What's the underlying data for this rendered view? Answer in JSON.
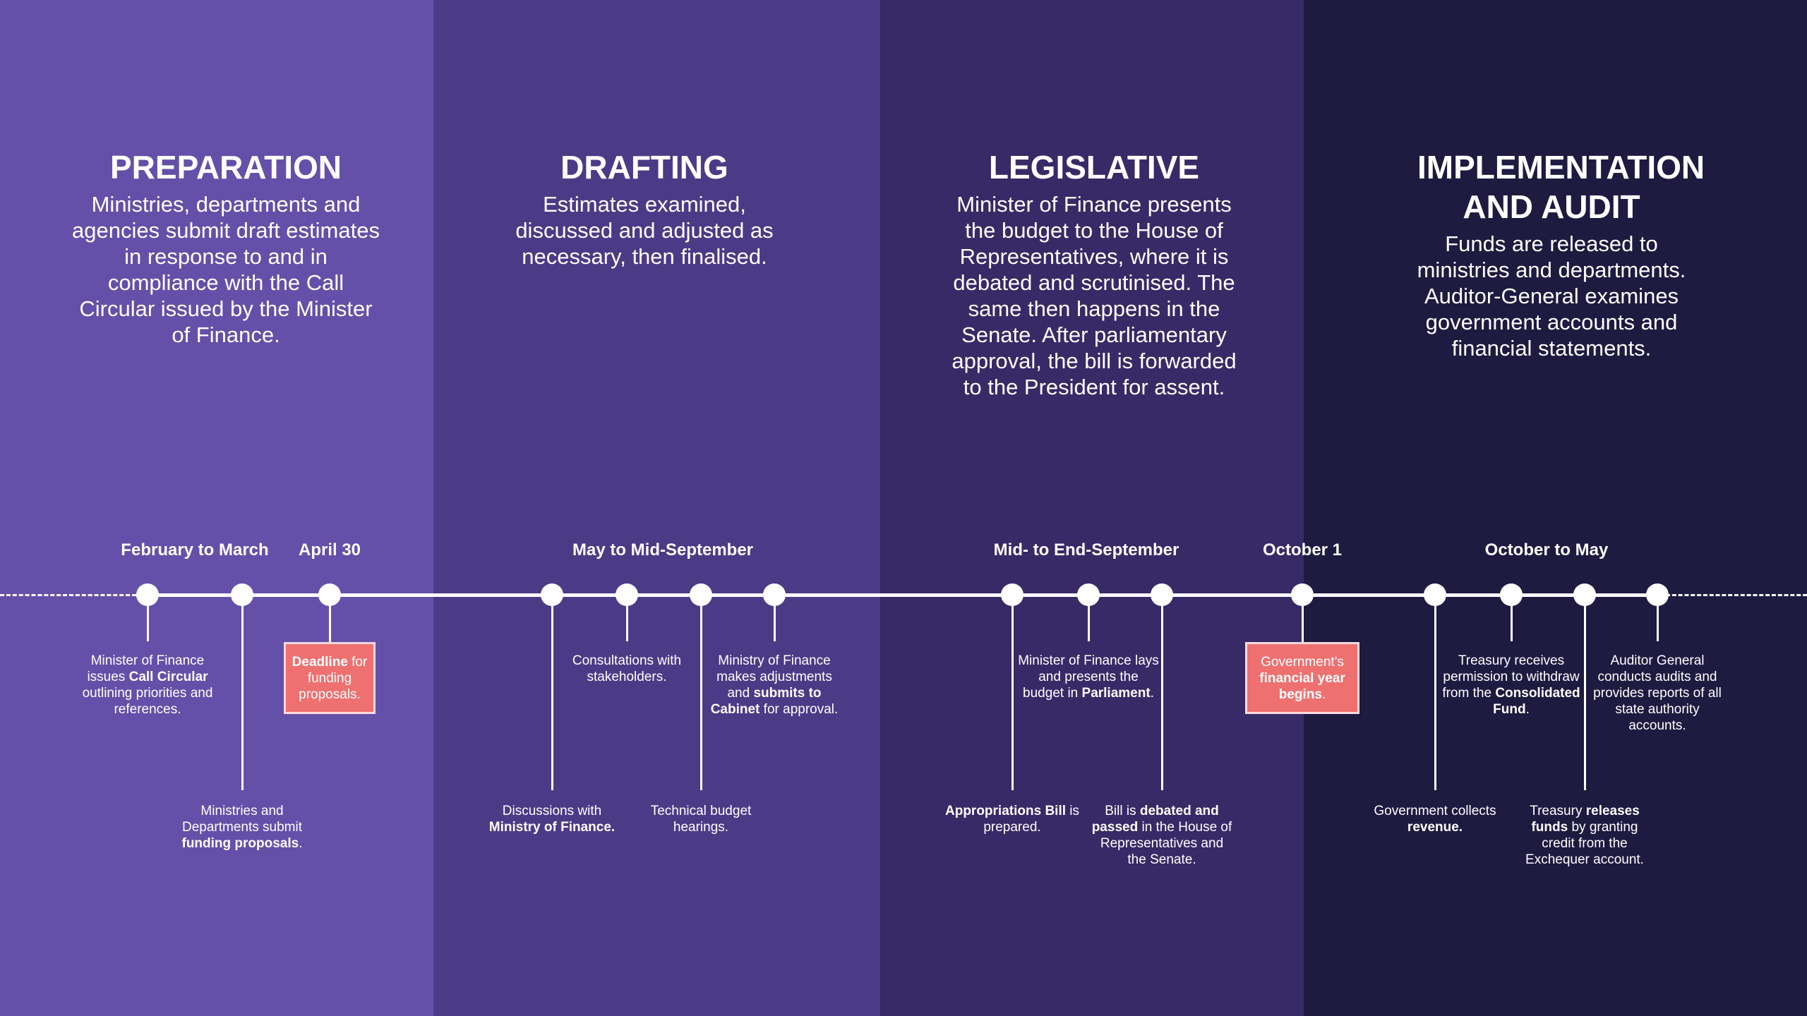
{
  "phases": [
    {
      "title": "PREPARATION",
      "text": "Ministries, departments and agencies submit draft estimates in response to and in compliance with the Call Circular issued by the Minister of Finance."
    },
    {
      "title": "DRAFTING",
      "text": "Estimates examined, discussed and adjusted as necessary, then finalised."
    },
    {
      "title": "LEGISLATIVE",
      "text": "Minister of Finance presents the budget to the House of Representatives, where it is debated and scrutinised. The same then happens in the Senate. After parliamentary approval, the bill is forwarded to the President for assent."
    },
    {
      "title": "IMPLEMENTATION AND AUDIT",
      "text": "Funds are released to ministries and departments. Auditor-General examines government accounts and financial statements."
    }
  ],
  "dates": [
    "February to March",
    "April 30",
    "May to Mid-September",
    "Mid- to End-September",
    "October 1",
    "October to May"
  ],
  "events": [
    {
      "pos": "short",
      "segs": [
        [
          "Minister of Finance issues ",
          0
        ],
        [
          "Call Circular",
          1
        ],
        [
          " outlining priorities and references.",
          0
        ]
      ]
    },
    {
      "pos": "long",
      "segs": [
        [
          "Ministries and Departments submit ",
          0
        ],
        [
          "funding proposals",
          1
        ],
        [
          ".",
          0
        ]
      ]
    },
    {
      "pos": "box",
      "segs": [
        [
          "Deadline",
          1
        ],
        [
          " for funding proposals.",
          0
        ]
      ]
    },
    {
      "pos": "long",
      "segs": [
        [
          "Discussions with ",
          0
        ],
        [
          "Ministry of Finance.",
          1
        ]
      ]
    },
    {
      "pos": "short",
      "segs": [
        [
          "Consultations with stakeholders.",
          0
        ]
      ]
    },
    {
      "pos": "long",
      "segs": [
        [
          "Technical budget hearings.",
          0
        ]
      ]
    },
    {
      "pos": "short",
      "segs": [
        [
          "Ministry of Finance makes adjustments and ",
          0
        ],
        [
          "submits to Cabinet",
          1
        ],
        [
          " for approval.",
          0
        ]
      ]
    },
    {
      "pos": "long",
      "segs": [
        [
          "Appropriations Bill",
          1
        ],
        [
          " is prepared.",
          0
        ]
      ]
    },
    {
      "pos": "short",
      "segs": [
        [
          "Minister of Finance lays and presents the budget in ",
          0
        ],
        [
          "Parliament",
          1
        ],
        [
          ".",
          0
        ]
      ]
    },
    {
      "pos": "long",
      "segs": [
        [
          "Bill is ",
          0
        ],
        [
          "debated and passed",
          1
        ],
        [
          " in the House of Representatives and the Senate.",
          0
        ]
      ]
    },
    {
      "pos": "box",
      "segs": [
        [
          "Government's ",
          0
        ],
        [
          "financial year begins",
          1
        ],
        [
          ".",
          0
        ]
      ]
    },
    {
      "pos": "long",
      "segs": [
        [
          "Government collects ",
          0
        ],
        [
          "revenue.",
          1
        ]
      ]
    },
    {
      "pos": "short",
      "segs": [
        [
          "Treasury receives permission to withdraw from the ",
          0
        ],
        [
          "Consolidated Fund",
          1
        ],
        [
          ".",
          0
        ]
      ]
    },
    {
      "pos": "long",
      "segs": [
        [
          "Treasury ",
          0
        ],
        [
          "releases funds",
          1
        ],
        [
          " by granting credit from the Exchequer account.",
          0
        ]
      ]
    },
    {
      "pos": "short",
      "segs": [
        [
          "Auditor General conducts audits and provides reports of all state authority accounts.",
          0
        ]
      ]
    }
  ],
  "colors": {
    "preparation": "#6450a8",
    "drafting": "#4b3b86",
    "legislative": "#372a66",
    "implementation": "#1e1a40",
    "highlight": "#ee7070"
  }
}
